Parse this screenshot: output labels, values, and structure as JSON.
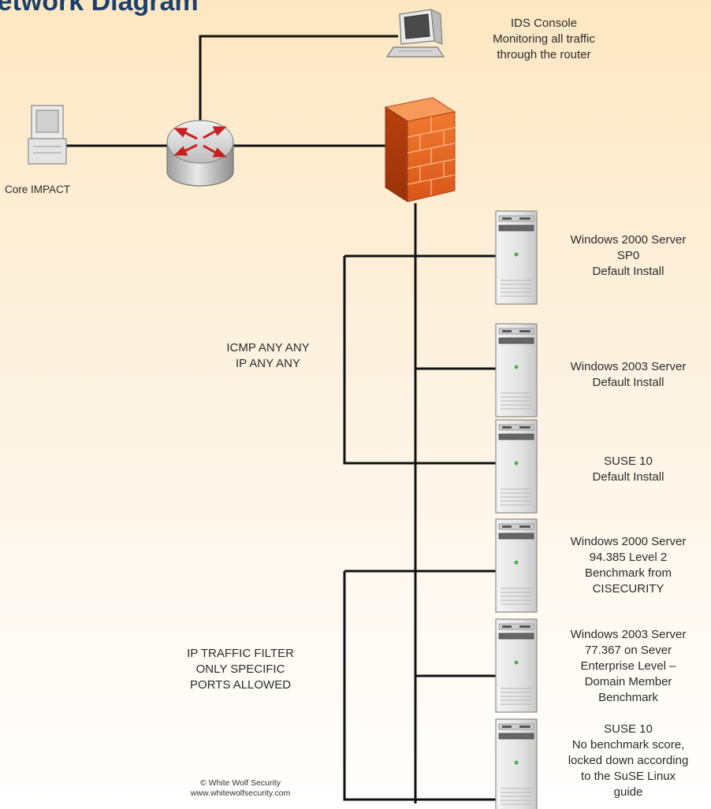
{
  "title": "Network Diagram",
  "nodes": {
    "ids_console": {
      "lines": [
        "IDS Console",
        "Monitoring all traffic",
        "through the router"
      ]
    },
    "core_impact": {
      "label": "Core IMPACT"
    },
    "servers": [
      {
        "lines": [
          "Windows 2000 Server",
          "SP0",
          "Default Install"
        ]
      },
      {
        "lines": [
          "Windows 2003 Server",
          "Default Install"
        ]
      },
      {
        "lines": [
          "SUSE 10",
          "Default Install"
        ]
      },
      {
        "lines": [
          "Windows 2000 Server",
          "94.385 Level 2",
          "Benchmark from",
          "CISECURITY"
        ]
      },
      {
        "lines": [
          "Windows 2003 Server",
          "77.367 on Sever",
          "Enterprise Level –",
          "Domain Member",
          "Benchmark"
        ]
      },
      {
        "lines": [
          "SUSE 10",
          "No benchmark score,",
          "locked down according",
          "to the  SuSE Linux",
          "guide"
        ]
      }
    ]
  },
  "rules": [
    {
      "lines": [
        "ICMP ANY ANY",
        "IP ANY ANY"
      ]
    },
    {
      "lines": [
        "IP TRAFFIC FILTER",
        "ONLY SPECIFIC",
        "PORTS ALLOWED"
      ]
    }
  ],
  "copyright": {
    "line1": "© White Wolf Security",
    "line2": "www.whitewolfsecurity.com"
  }
}
